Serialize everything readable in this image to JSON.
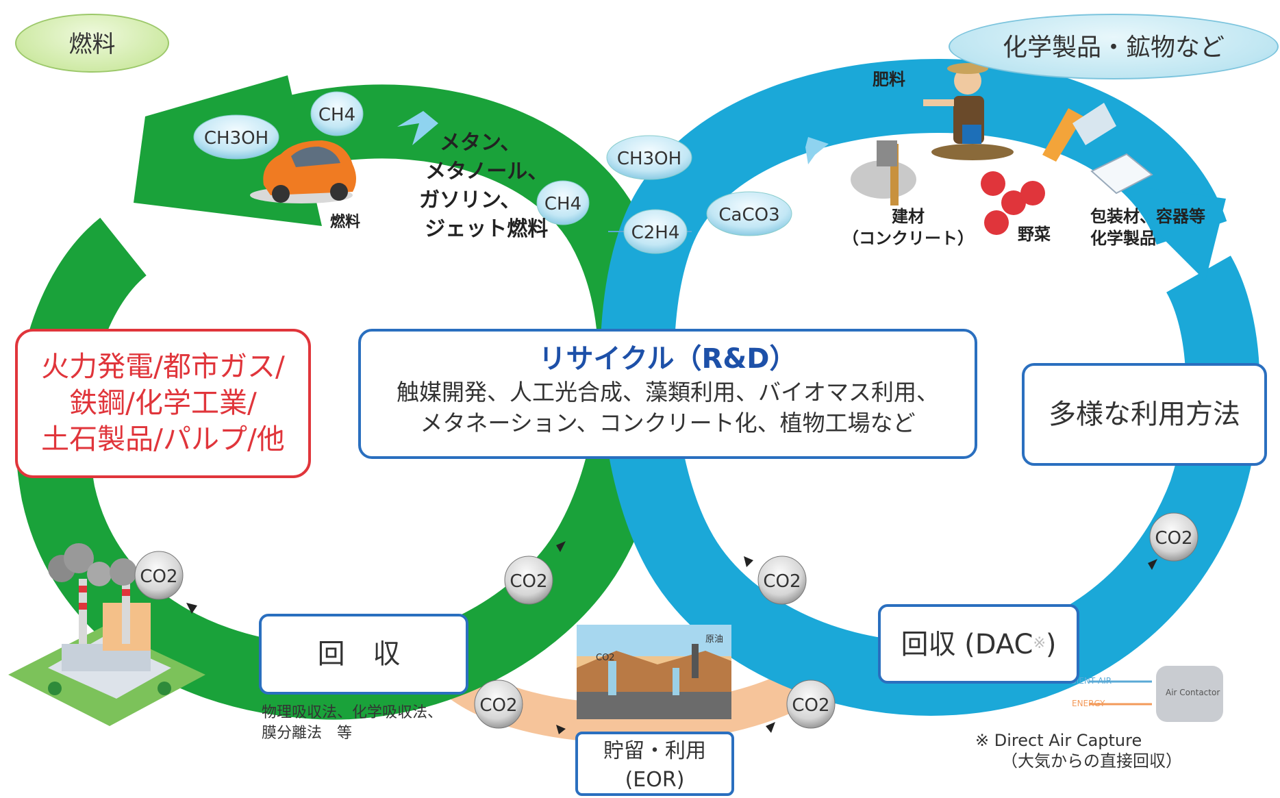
{
  "top_left_label": "燃料",
  "top_right_label": "化学製品・鉱物など",
  "green_cycle": {
    "arrow_labels": [
      "メタン、",
      "メタノール、",
      "ガソリン、",
      "ジェット燃料"
    ],
    "car_label": "燃料"
  },
  "molecules": {
    "ch3oh_a": "CH3OH",
    "ch4_a": "CH4",
    "ch3oh_b": "CH3OH",
    "ch4_b": "CH4",
    "c2h4": "C2H4",
    "caco3": "CaCO3"
  },
  "blue_cycle": {
    "fertilizer": "肥料",
    "building_material": [
      "建材",
      "（コンクリート）"
    ],
    "vegetables": "野菜",
    "packaging": [
      "包装材、容器等",
      "化学製品"
    ]
  },
  "sources_box": {
    "lines": [
      "火力発電/都市ガス/",
      "鉄鋼/化学工業/",
      "土石製品/パルプ/他"
    ]
  },
  "recycle_box": {
    "title": "リサイクル（R&D）",
    "lines": [
      "触媒開発、人工光合成、藻類利用、バイオマス利用、",
      "メタネーション、コンクリート化、植物工場など"
    ]
  },
  "utilization_box": "多様な利用方法",
  "capture_box": "回 収",
  "capture_methods": [
    "物理吸収法、化学吸収法、",
    "膜分離法　等"
  ],
  "storage_box": [
    "貯留・利用",
    "(EOR)"
  ],
  "dac_box": {
    "label": "回収 (DAC",
    "mark": "※",
    "close": ")"
  },
  "dac_note": [
    "※ Direct Air Capture",
    "（大気からの直接回収）"
  ],
  "storage_figure": {
    "co2": "CO2",
    "oil": "原油"
  },
  "dac_figure": {
    "ambient_air": "AMBIENT AIR",
    "energy": "ENERGY",
    "contactor": "Air Contactor"
  },
  "co2_badge": "CO2",
  "colors": {
    "green_loop": "#1aa23a",
    "blue_loop": "#1ba8d8",
    "orange_band": "#f6c49a",
    "red_accent": "#e0353b",
    "blue_border": "#2a6fbf",
    "title_blue": "#1d50a8"
  }
}
